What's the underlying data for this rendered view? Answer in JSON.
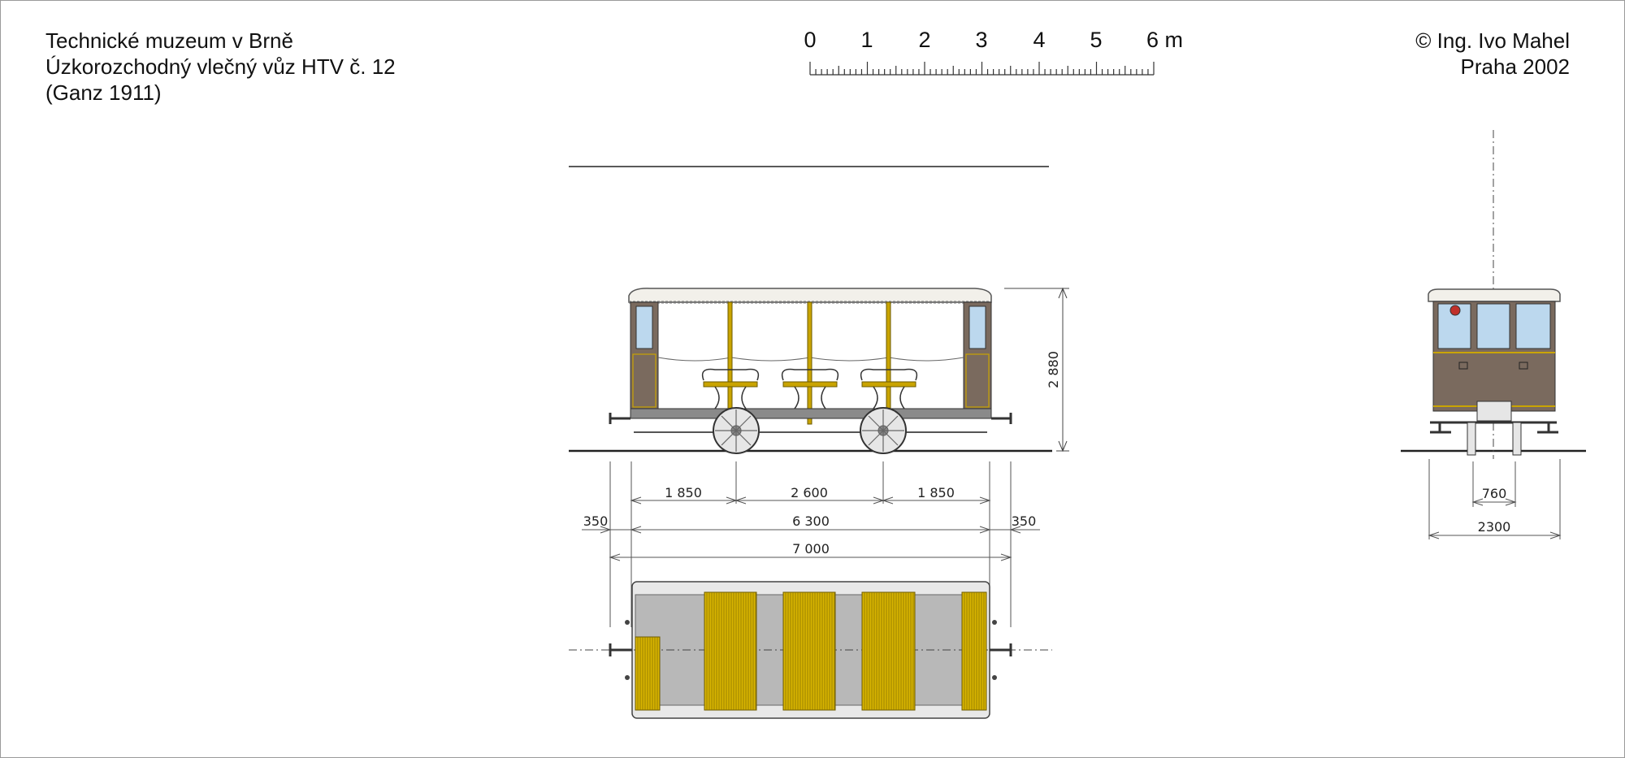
{
  "header": {
    "museum": "Technické muzeum v Brně",
    "vehicle": "Úzkorozchodný vlečný vůz HTV č. 12",
    "maker": "(Ganz 1911)",
    "copyright": "©  Ing. Ivo Mahel",
    "place_year": "Praha 2002"
  },
  "scale_bar": {
    "labels": [
      "0",
      "1",
      "2",
      "3",
      "4",
      "5",
      "6 m"
    ]
  },
  "dimensions": {
    "height": "2 880",
    "overhang_front": "1 850",
    "wheelbase": "2 600",
    "overhang_rear": "1 850",
    "body_length": "6 300",
    "buffer_left": "350",
    "buffer_right": "350",
    "total_length": "7 000",
    "gauge": "760",
    "width": "2300"
  },
  "colors": {
    "body_brown": "#7a6a5e",
    "brass": "#c9a400",
    "window": "#bcd8ee",
    "roof": "#f2f0ea",
    "floor_plan": "#b8b8b8"
  }
}
